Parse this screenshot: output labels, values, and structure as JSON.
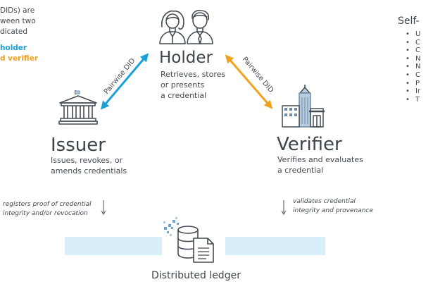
{
  "left_note": {
    "lines": [
      "DIDs) are",
      "ween two",
      "dicated"
    ],
    "holder_label": "holder",
    "verifier_label": "d verifier"
  },
  "holder": {
    "title": "Holder",
    "desc_lines": [
      "Retrieves, stores",
      "or presents",
      "a credential"
    ]
  },
  "issuer": {
    "title": "Issuer",
    "desc_lines": [
      "Issues, revokes, or",
      "amends credentials"
    ]
  },
  "verifier": {
    "title": "Verifier",
    "desc_lines": [
      "Verifies and evaluates",
      "a credential"
    ]
  },
  "pairwise_left": "Pairwise DID",
  "pairwise_right": "Pairwise DID",
  "issuer_note_lines": [
    "registers proof of credential",
    "integrity and/or revocation"
  ],
  "verifier_note_lines": [
    "validates credential",
    "integrity and provenance"
  ],
  "ledger_label": "Distributed ledger",
  "right_panel": {
    "title": "Self-",
    "items": [
      "U",
      "C",
      "C",
      "N",
      "N",
      "C",
      "P",
      "Ir",
      "T"
    ]
  },
  "colors": {
    "holder_blue": "#1ba1d9",
    "verifier_orange": "#f2a21f",
    "ledger_blue": "#d8effa",
    "text_gray": "#434a52"
  },
  "icons": {
    "holder": "two-people-icon",
    "issuer": "bank-building-icon",
    "verifier": "city-buildings-icon",
    "ledger": "database-document-icon"
  }
}
